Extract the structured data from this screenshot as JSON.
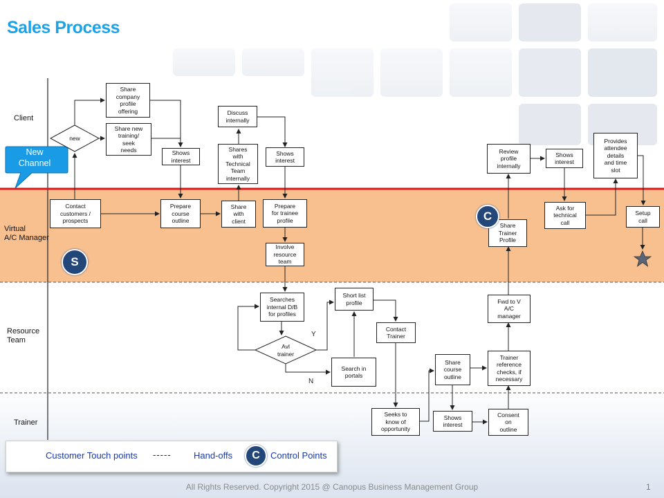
{
  "title": "Sales Process",
  "lanes": {
    "client": "Client",
    "manager": "Virtual\nA/C Manager",
    "resource": "Resource\nTeam",
    "trainer": "Trainer"
  },
  "callout": "New\nChannel",
  "badges": {
    "start": "S",
    "control": "C"
  },
  "nodes": {
    "new_decision": "new",
    "share_company_profile": "Share\ncompany\nprofile\noffering",
    "share_new_training": "Share new\ntraining/\nseek\nneeds",
    "shows_interest_1": "Shows\ninterest",
    "contact_customers": "Contact\ncustomers /\nprospects",
    "prepare_course_outline": "Prepare\ncourse\noutline",
    "share_with_client": "Share\nwith\nclient",
    "discuss_internally": "Discuss\ninternally",
    "shares_with_technical": "Shares\nwith\nTechnical\nTeam\ninternally",
    "shows_interest_2": "Shows\ninterest",
    "prepare_trainee_profile": "Prepare\nfor trainee\nprofile",
    "involve_resource_team": "Involve\nresource\nteam",
    "searches_internal": "Searches\ninternal D/B\nfor profiles",
    "avl_trainer": "Avl\ntrainer",
    "short_list_profile": "Short list\nprofile",
    "search_in_portals": "Search in\nportals",
    "contact_trainer": "Contact\nTrainer",
    "seeks_to_know": "Seeks to\nknow of\nopportunity",
    "share_course_outline": "Share\ncourse\noutline",
    "shows_interest_trainer": "Shows\ninterest",
    "trainer_reference_checks": "Trainer\nreference\nchecks, if\nnecessary",
    "consent_on_outline": "Consent\non\noutline",
    "fwd_to_manager": "Fwd to V\nA/C\nmanager",
    "share_trainer_profile": "Share\nTrainer\nProfile",
    "review_profile": "Review\nprofile\ninternally",
    "shows_interest_3": "Shows\ninterest",
    "ask_technical_call": "Ask for\ntechnical\ncall",
    "provides_attendee": "Provides\nattendee\ndetails\nand time\nslot",
    "setup_call": "Setup\ncall"
  },
  "decision_labels": {
    "yes": "Y",
    "no": "N"
  },
  "legend": {
    "touch_points": "Customer Touch points",
    "dashes": "-----",
    "handoffs": "Hand-offs",
    "control_points": "Control Points"
  },
  "footer": "All Rights Reserved. Copyright 2015 @ Canopus Business Management Group",
  "page_number": "1",
  "colors": {
    "title": "#1aa3e8",
    "manager_lane": "#f8bf8f",
    "touch_line": "#d91a1a",
    "badge": "#24477a",
    "callout": "#1a9be6"
  }
}
